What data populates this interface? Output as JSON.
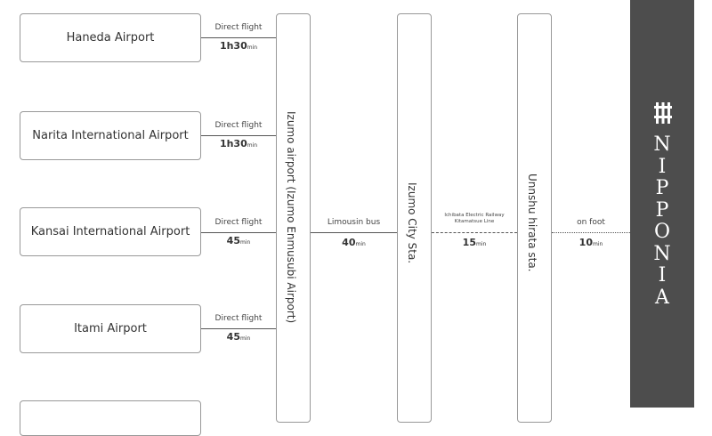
{
  "airports": [
    {
      "name": "Haneda Airport",
      "mode": "Direct flight",
      "time": "1h30",
      "unit": "min"
    },
    {
      "name": "Narita International Airport",
      "mode": "Direct flight",
      "time": "1h30",
      "unit": "min"
    },
    {
      "name": "Kansai International Airport",
      "mode": "Direct flight",
      "time": "45",
      "unit": "min"
    },
    {
      "name": "Itami Airport",
      "mode": "Direct flight",
      "time": "45",
      "unit": "min"
    }
  ],
  "stops": {
    "izumo_airport": "Izumo airport (Izumo Enmusubi Airport)",
    "izumo_city": "Izumo City Sta.",
    "unnshu_hirata": "Unnshu hirata sta."
  },
  "legs": [
    {
      "mode": "Limousin bus",
      "time": "40",
      "unit": "min"
    },
    {
      "mode": "Ichibata Electric Railway",
      "mode2": "Kitamatsue Line",
      "time": "15",
      "unit": "min"
    },
    {
      "mode": "on foot",
      "time": "10",
      "unit": "min"
    }
  ],
  "destination": {
    "name": "NIPPONIA",
    "letters": [
      "N",
      "I",
      "P",
      "P",
      "O",
      "N",
      "I",
      "A"
    ]
  }
}
